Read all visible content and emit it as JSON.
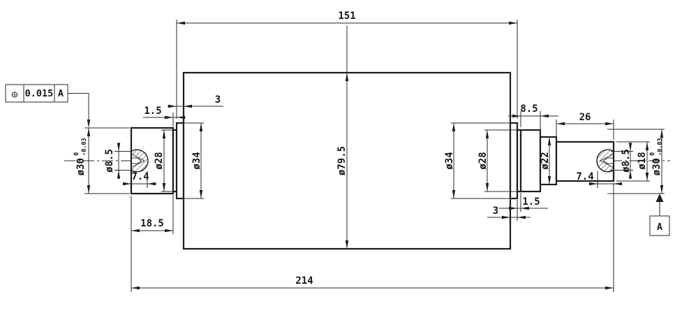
{
  "drawing": {
    "feature_control_frame": {
      "symbol": "◎",
      "tolerance": "0.015",
      "datum": "A"
    },
    "datum_label": "A",
    "dimensions": {
      "top": {
        "drum_length": "151",
        "left_flange_width": "3",
        "left_ring_width": "1.5",
        "right_neck_length": "8.5",
        "right_end_length": "26"
      },
      "left": {
        "shaft_dia": "ø30",
        "shaft_tol_upper": "0",
        "shaft_tol_lower": "-0.03",
        "hole_dia": "ø8.5",
        "hole_depth": "7.4",
        "ring_dia": "ø28",
        "flange_dia": "ø34",
        "shaft_length": "18.5"
      },
      "center": {
        "drum_dia": "ø79.5"
      },
      "right": {
        "flange_dia": "ø34",
        "ring_dia": "ø28",
        "neck_dia": "ø22",
        "hole_depth": "7.4",
        "hole_dia": "ø8.5",
        "tip_dia": "ø18",
        "shaft_dia": "ø30",
        "shaft_tol_upper": "0",
        "shaft_tol_lower": "-0.03",
        "ring_width": "1.5",
        "flange_width": "3"
      },
      "bottom": {
        "overall_length": "214"
      }
    }
  }
}
